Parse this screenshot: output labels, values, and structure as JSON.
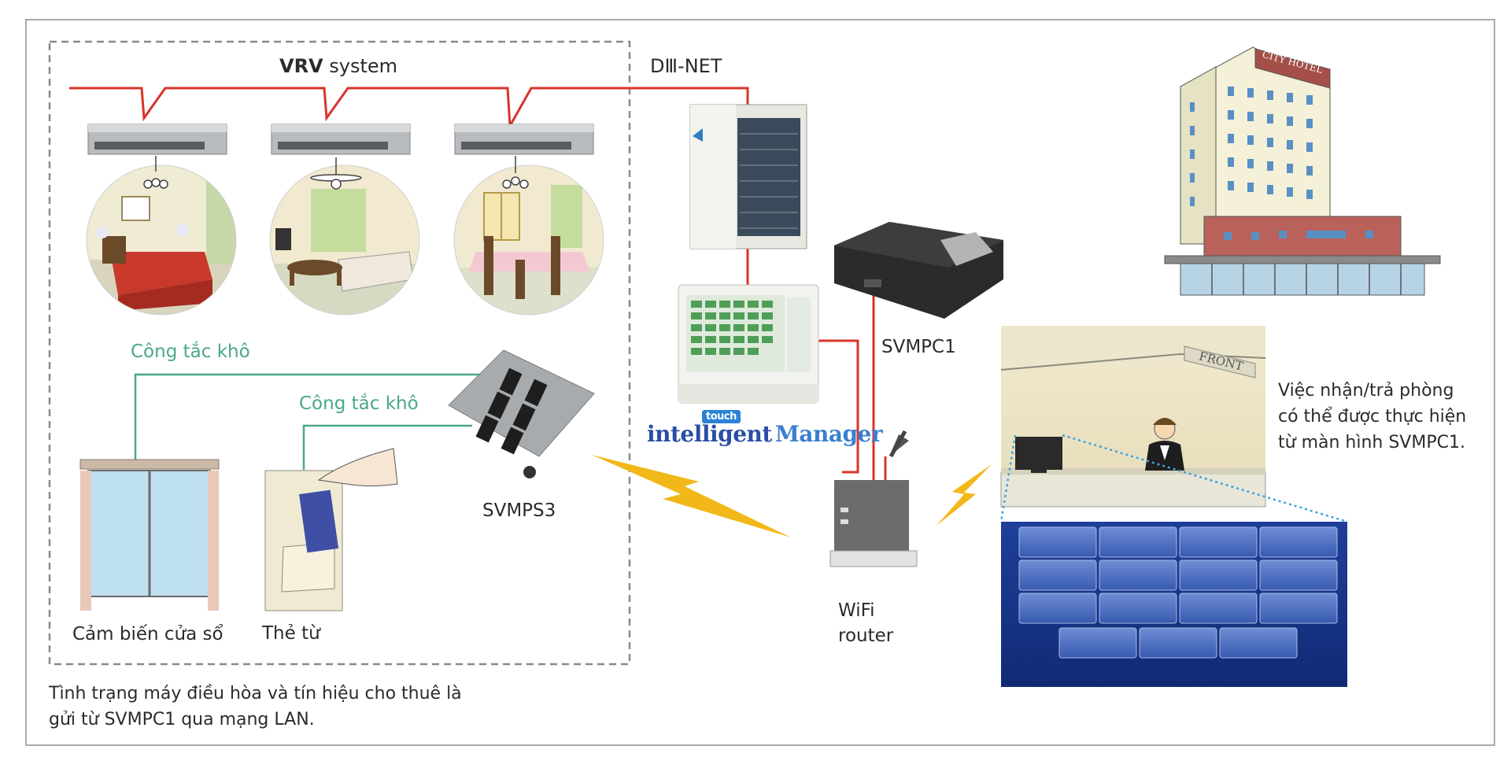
{
  "labels": {
    "vrv_bold": "VRV",
    "vrv_rest": " system",
    "d3net": "DⅢ-NET",
    "dry_contact_1": "Công tắc khô",
    "dry_contact_2": "Công tắc khô",
    "svmps3": "SVMPS3",
    "svmpc1": "SVMPC1",
    "window_sensor": "Cảm biến cửa sổ",
    "key_card": "Thẻ từ",
    "wifi_router": "WiFi\nrouter",
    "checkin_note": "Việc nhận/trả phòng có thể được thực hiện từ màn hình SVMPC1.",
    "footer_note": "Tình trạng máy điều hòa và tín hiệu cho thuê là gửi từ SVMPC1 qua mạng LAN."
  },
  "logo": {
    "intelligent": "intelligent",
    "touch": "touch",
    "manager": "Manager"
  },
  "hotel_sign": "CITY HOTEL",
  "front_sign": "FRONT",
  "colors": {
    "red_line": "#d8342a",
    "green_line": "#4aa886",
    "dashed_border": "#8a8a8a",
    "frame_border": "#a9a9a9",
    "lightning": "#f2b81a",
    "dotted_link": "#3aa3e0"
  }
}
